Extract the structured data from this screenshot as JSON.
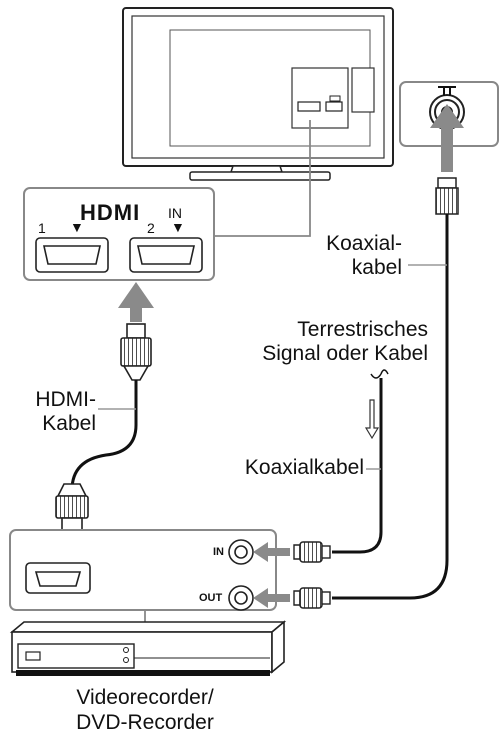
{
  "hdmi_panel": {
    "logo": "HDMI",
    "in_label": "IN",
    "port1": "1",
    "port2": "2",
    "arrow": "▼"
  },
  "labels": {
    "koaxial_top_1": "Koaxial-",
    "koaxial_top_2": "kabel",
    "terrestrial_1": "Terrestrisches",
    "terrestrial_2": "Signal oder Kabel",
    "hdmi_cable_1": "HDMI-",
    "hdmi_cable_2": "Kabel",
    "koaxial_mid": "Koaxialkabel",
    "recorder_1": "Videorecorder/",
    "recorder_2": "DVD-Recorder"
  },
  "recorder_panel": {
    "in_label": "IN",
    "out_label": "OUT"
  },
  "antenna_symbol": "┬"
}
